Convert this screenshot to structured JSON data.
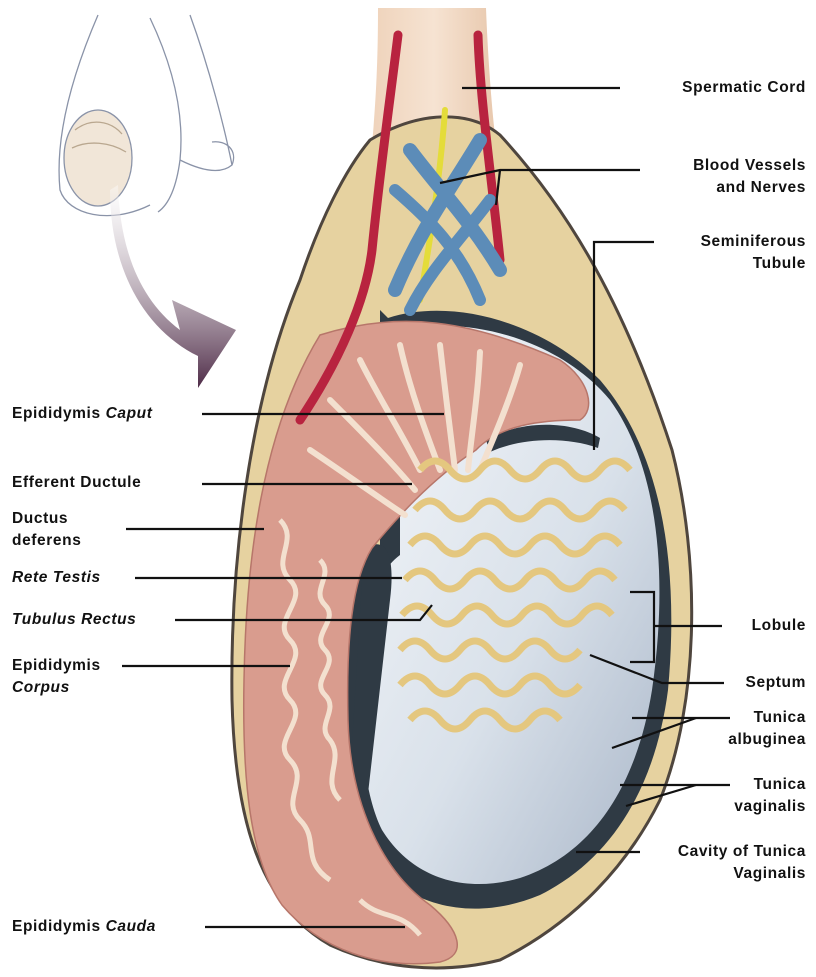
{
  "labels": {
    "spermatic_cord": "Spermatic Cord",
    "blood_vessels": [
      "Blood Vessels",
      "and Nerves"
    ],
    "seminiferous_tubule": [
      "Seminiferous",
      "Tubule"
    ],
    "epididymis_caput": {
      "plain": "Epididymis ",
      "italic": "Caput"
    },
    "efferent_ductule": "Efferent Ductule",
    "ductus_deferens": [
      "Ductus",
      "deferens"
    ],
    "rete_testis": "Rete Testis",
    "tubulus_rectus": "Tubulus Rectus",
    "epididymis_corpus": [
      "Epididymis",
      "Corpus"
    ],
    "lobule": "Lobule",
    "septum": "Septum",
    "tunica_albuginea": [
      "Tunica",
      "albuginea"
    ],
    "tunica_vaginalis": [
      "Tunica",
      "vaginalis"
    ],
    "cavity": [
      "Cavity of Tunica",
      "Vaginalis"
    ],
    "epididymis_cauda": {
      "plain": "Epididymis ",
      "italic": "Cauda"
    }
  },
  "colors": {
    "capsule": "#e9d6a6",
    "capsule_outline": "#5a5048",
    "cavity": "#2f3a44",
    "epididymis": "#d99c8e",
    "epididymis_tubule": "#f3e0cf",
    "testis": "#dfe6ef",
    "tubule": "#e9cf8e",
    "artery": "#b8233f",
    "vein": "#5c8cb8",
    "nerve": "#e4dc3a",
    "arrow": "#5a3552",
    "cord": "#edcfb6"
  },
  "icons": {
    "arrow": "curved-arrow-icon",
    "body": "body-outline-icon"
  }
}
